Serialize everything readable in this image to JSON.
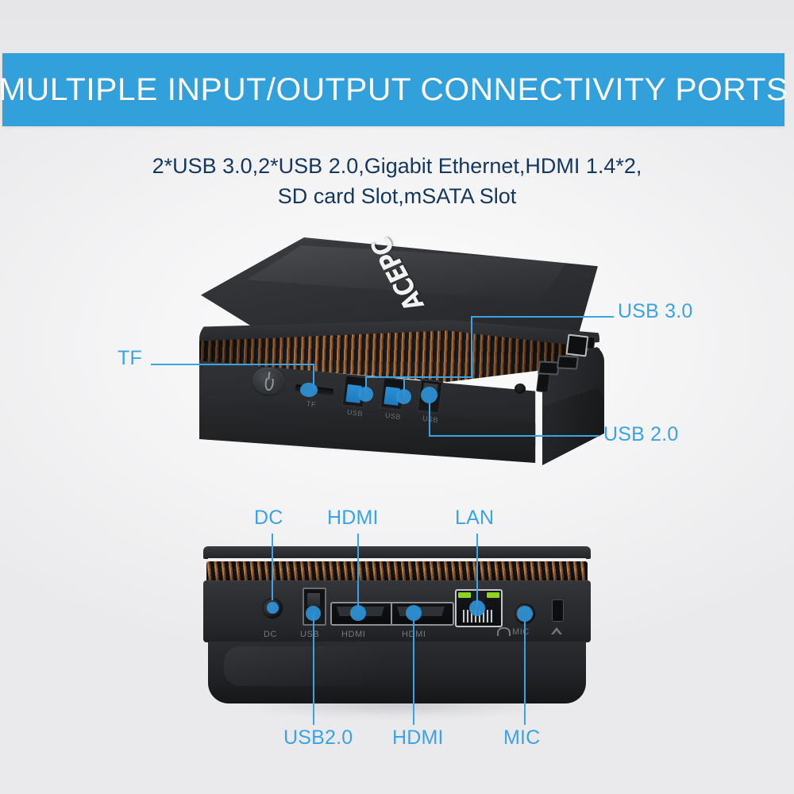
{
  "header": {
    "title": "MULTIPLE INPUT/OUTPUT CONNECTIVITY PORTS",
    "background_color": "#32a0db",
    "text_color": "#ffffff"
  },
  "subtitle": {
    "line1": "2*USB 3.0,2*USB 2.0,Gigabit Ethernet,HDMI 1.4*2,",
    "line2": "SD card Slot,mSATA Slot",
    "color": "#14375e"
  },
  "page": {
    "background_color": "#e9e9eb",
    "annotation_color": "#3ba3e3"
  },
  "top_device": {
    "brand_logo": "ACEPC",
    "callouts": [
      {
        "label": "TF",
        "position": "left"
      },
      {
        "label": "USB 3.0",
        "position": "right-upper"
      },
      {
        "label": "USB 2.0",
        "position": "right-lower"
      }
    ],
    "port_tags": [
      {
        "label": "TF"
      },
      {
        "label": "USB"
      },
      {
        "label": "USB"
      },
      {
        "label": "USB"
      }
    ]
  },
  "bottom_device": {
    "callouts_top": [
      {
        "label": "DC"
      },
      {
        "label": "HDMI"
      },
      {
        "label": "LAN"
      }
    ],
    "callouts_bottom": [
      {
        "label": "USB2.0"
      },
      {
        "label": "HDMI"
      },
      {
        "label": "MIC"
      }
    ],
    "port_tags": [
      {
        "label": "DC"
      },
      {
        "label": "USB"
      },
      {
        "label": "HDMI"
      },
      {
        "label": "HDMI"
      },
      {
        "label": "MIC"
      }
    ]
  }
}
